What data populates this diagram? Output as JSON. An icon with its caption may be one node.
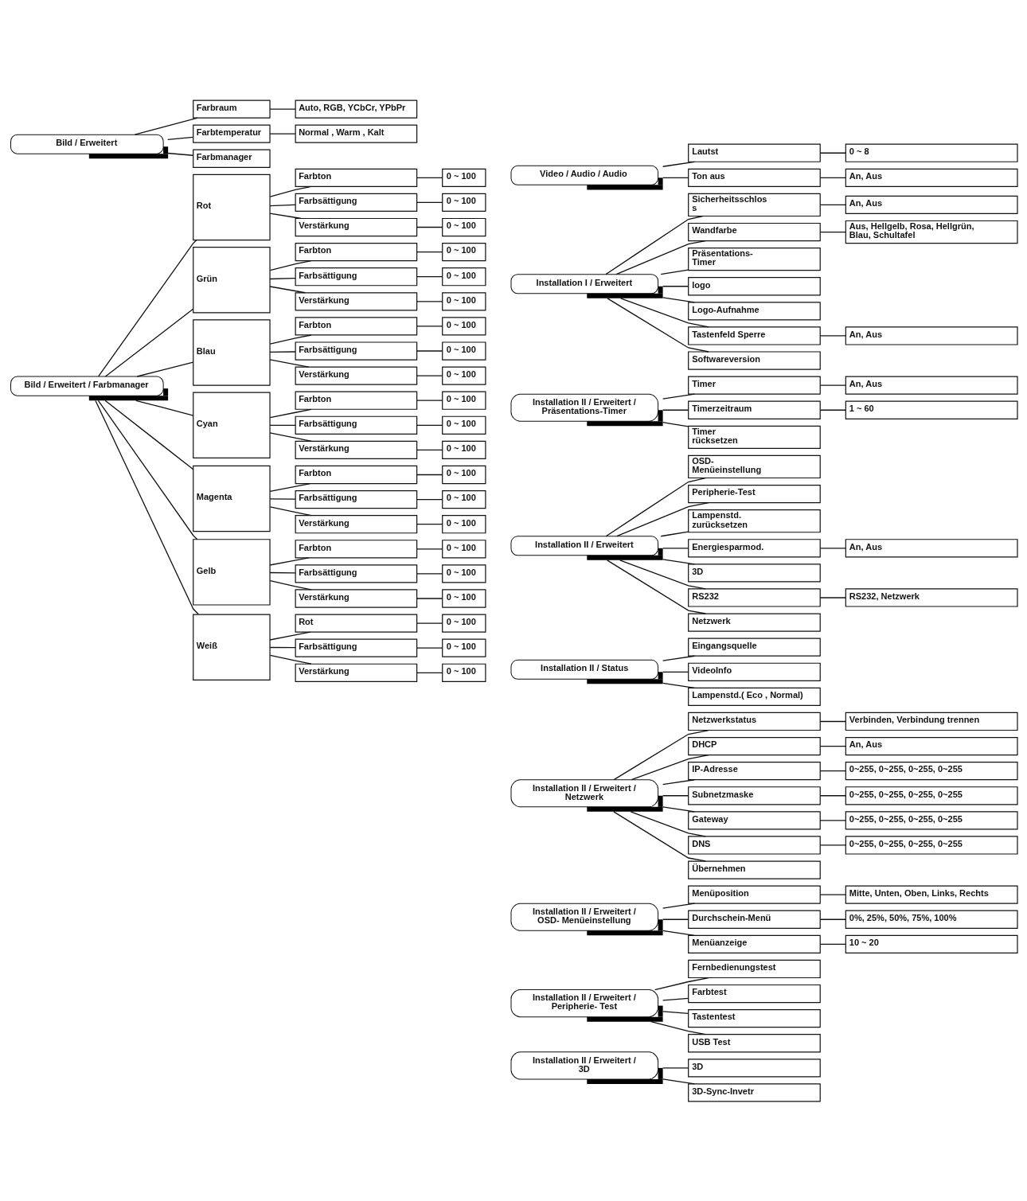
{
  "diagram": {
    "nodes": [
      {
        "text": [
          "Bild / Erweitert"
        ]
      },
      {
        "text": [
          "Farbraum"
        ]
      },
      {
        "text": [
          "Auto, RGB, YCbCr, YPbPr"
        ]
      },
      {
        "text": [
          "Farbtemperatur"
        ]
      },
      {
        "text": [
          "Normal , Warm , Kalt"
        ]
      },
      {
        "text": [
          "Farbmanager"
        ]
      },
      {
        "text": [
          "Bild / Erweitert / Farbmanager"
        ]
      },
      {
        "text": [
          "Rot"
        ]
      },
      {
        "text": [
          "Farbton"
        ]
      },
      {
        "text": [
          "0 ~ 100"
        ]
      },
      {
        "text": [
          "Farbsättigung"
        ]
      },
      {
        "text": [
          "0 ~ 100"
        ]
      },
      {
        "text": [
          "Verstärkung"
        ]
      },
      {
        "text": [
          "0 ~ 100"
        ]
      },
      {
        "text": [
          "Grün"
        ]
      },
      {
        "text": [
          "Farbton"
        ]
      },
      {
        "text": [
          "0 ~ 100"
        ]
      },
      {
        "text": [
          "Farbsättigung"
        ]
      },
      {
        "text": [
          "0 ~ 100"
        ]
      },
      {
        "text": [
          "Verstärkung"
        ]
      },
      {
        "text": [
          "0 ~ 100"
        ]
      },
      {
        "text": [
          "Blau"
        ]
      },
      {
        "text": [
          "Farbton"
        ]
      },
      {
        "text": [
          "0 ~ 100"
        ]
      },
      {
        "text": [
          "Farbsättigung"
        ]
      },
      {
        "text": [
          "0 ~ 100"
        ]
      },
      {
        "text": [
          "Verstärkung"
        ]
      },
      {
        "text": [
          "0 ~ 100"
        ]
      },
      {
        "text": [
          "Cyan"
        ]
      },
      {
        "text": [
          "Farbton"
        ]
      },
      {
        "text": [
          "0 ~ 100"
        ]
      },
      {
        "text": [
          "Farbsättigung"
        ]
      },
      {
        "text": [
          "0 ~ 100"
        ]
      },
      {
        "text": [
          "Verstärkung"
        ]
      },
      {
        "text": [
          "0 ~ 100"
        ]
      },
      {
        "text": [
          "Magenta"
        ]
      },
      {
        "text": [
          "Farbton"
        ]
      },
      {
        "text": [
          "0 ~ 100"
        ]
      },
      {
        "text": [
          "Farbsättigung"
        ]
      },
      {
        "text": [
          "0 ~ 100"
        ]
      },
      {
        "text": [
          "Verstärkung"
        ]
      },
      {
        "text": [
          "0 ~ 100"
        ]
      },
      {
        "text": [
          "Gelb"
        ]
      },
      {
        "text": [
          "Farbton"
        ]
      },
      {
        "text": [
          "0 ~ 100"
        ]
      },
      {
        "text": [
          "Farbsättigung"
        ]
      },
      {
        "text": [
          "0 ~ 100"
        ]
      },
      {
        "text": [
          "Verstärkung"
        ]
      },
      {
        "text": [
          "0 ~ 100"
        ]
      },
      {
        "text": [
          "Weiß"
        ]
      },
      {
        "text": [
          "Rot"
        ]
      },
      {
        "text": [
          "0 ~ 100"
        ]
      },
      {
        "text": [
          "Farbsättigung"
        ]
      },
      {
        "text": [
          "0 ~ 100"
        ]
      },
      {
        "text": [
          "Verstärkung"
        ]
      },
      {
        "text": [
          "0 ~ 100"
        ]
      },
      {
        "text": [
          "Video / Audio / Audio"
        ]
      },
      {
        "text": [
          "Lautst"
        ]
      },
      {
        "text": [
          "0 ~ 8"
        ]
      },
      {
        "text": [
          "Ton aus"
        ]
      },
      {
        "text": [
          "An, Aus"
        ]
      },
      {
        "text": [
          "Installation I / Erweitert"
        ]
      },
      {
        "text": [
          "Sicherheitsschlos s"
        ]
      },
      {
        "text": [
          "An, Aus"
        ]
      },
      {
        "text": [
          "Wandfarbe"
        ]
      },
      {
        "text": [
          "Aus, Hellgelb, Rosa, Hellgrün, Blau, Schultafel"
        ]
      },
      {
        "text": [
          "Präsentations- Timer"
        ]
      },
      {
        "text": [
          "logo"
        ]
      },
      {
        "text": [
          "Logo-Aufnahme"
        ]
      },
      {
        "text": [
          "Tastenfeld Sperre"
        ]
      },
      {
        "text": [
          "An, Aus"
        ]
      },
      {
        "text": [
          "Softwareversion"
        ]
      },
      {
        "text": [
          "Installation II / Erweitert / Präsentations-Timer"
        ]
      },
      {
        "text": [
          "Timer"
        ]
      },
      {
        "text": [
          "An, Aus"
        ]
      },
      {
        "text": [
          "Timerzeitraum"
        ]
      },
      {
        "text": [
          "1 ~ 60"
        ]
      },
      {
        "text": [
          "Timer rücksetzen"
        ]
      },
      {
        "text": [
          "Installation II / Erweitert"
        ]
      },
      {
        "text": [
          "OSD- Menüeinstellung"
        ]
      },
      {
        "text": [
          "Peripherie-Test"
        ]
      },
      {
        "text": [
          "Lampenstd. zurücksetzen"
        ]
      },
      {
        "text": [
          "Energiesparmod."
        ]
      },
      {
        "text": [
          "An, Aus"
        ]
      },
      {
        "text": [
          "3D"
        ]
      },
      {
        "text": [
          "RS232"
        ]
      },
      {
        "text": [
          "RS232, Netzwerk"
        ]
      },
      {
        "text": [
          "Netzwerk"
        ]
      },
      {
        "text": [
          "Installation II / Status"
        ]
      },
      {
        "text": [
          "Eingangsquelle"
        ]
      },
      {
        "text": [
          "VideoInfo"
        ]
      },
      {
        "text": [
          "Lampenstd.( Eco , Normal)"
        ]
      },
      {
        "text": [
          "Installation II / Erweitert / Netzwerk"
        ]
      },
      {
        "text": [
          "Netzwerkstatus"
        ]
      },
      {
        "text": [
          "Verbinden, Verbindung trennen"
        ]
      },
      {
        "text": [
          "DHCP"
        ]
      },
      {
        "text": [
          "An, Aus"
        ]
      },
      {
        "text": [
          "IP-Adresse"
        ]
      },
      {
        "text": [
          "0~255, 0~255, 0~255, 0~255"
        ]
      },
      {
        "text": [
          "Subnetzmaske"
        ]
      },
      {
        "text": [
          "0~255, 0~255, 0~255, 0~255"
        ]
      },
      {
        "text": [
          "Gateway"
        ]
      },
      {
        "text": [
          "0~255, 0~255, 0~255, 0~255"
        ]
      },
      {
        "text": [
          "DNS"
        ]
      },
      {
        "text": [
          "0~255, 0~255, 0~255, 0~255"
        ]
      },
      {
        "text": [
          "Übernehmen"
        ]
      },
      {
        "text": [
          "Installation II / Erweitert / OSD- Menüeinstellung"
        ]
      },
      {
        "text": [
          "Menüposition"
        ]
      },
      {
        "text": [
          "Mitte, Unten, Oben, Links, Rechts"
        ]
      },
      {
        "text": [
          "Durchschein-Menü"
        ]
      },
      {
        "text": [
          "0%, 25%, 50%, 75%, 100%"
        ]
      },
      {
        "text": [
          "Menüanzeige"
        ]
      },
      {
        "text": [
          "10 ~ 20"
        ]
      },
      {
        "text": [
          "Installation II / Erweitert / Peripherie- Test"
        ]
      },
      {
        "text": [
          "Fernbedienungstest"
        ]
      },
      {
        "text": [
          "Farbtest"
        ]
      },
      {
        "text": [
          "Tastentest"
        ]
      },
      {
        "text": [
          "USB Test"
        ]
      },
      {
        "text": [
          "Installation II / Erweitert / 3D"
        ]
      },
      {
        "text": [
          "3D"
        ]
      },
      {
        "text": [
          "3D-Sync-Invetr"
        ]
      }
    ],
    "edges": [
      {
        "from": 0,
        "to": 1,
        "arrow": "none"
      },
      {
        "from": 1,
        "to": 2,
        "arrow": "none"
      },
      {
        "from": 0,
        "to": 3,
        "arrow": "none"
      },
      {
        "from": 3,
        "to": 4,
        "arrow": "none"
      },
      {
        "from": 0,
        "to": 5,
        "arrow": "none"
      },
      {
        "from": 6,
        "to": 7,
        "arrow": "none"
      },
      {
        "from": 7,
        "to": 8,
        "arrow": "none"
      },
      {
        "from": 8,
        "to": 9,
        "arrow": "none"
      },
      {
        "from": 7,
        "to": 10,
        "arrow": "none"
      },
      {
        "from": 10,
        "to": 11,
        "arrow": "none"
      },
      {
        "from": 7,
        "to": 12,
        "arrow": "none"
      },
      {
        "from": 12,
        "to": 13,
        "arrow": "none"
      },
      {
        "from": 6,
        "to": 14,
        "arrow": "none"
      },
      {
        "from": 14,
        "to": 15,
        "arrow": "none"
      },
      {
        "from": 15,
        "to": 16,
        "arrow": "none"
      },
      {
        "from": 14,
        "to": 17,
        "arrow": "none"
      },
      {
        "from": 17,
        "to": 18,
        "arrow": "none"
      },
      {
        "from": 14,
        "to": 19,
        "arrow": "none"
      },
      {
        "from": 19,
        "to": 20,
        "arrow": "none"
      },
      {
        "from": 6,
        "to": 21,
        "arrow": "none"
      },
      {
        "from": 21,
        "to": 22,
        "arrow": "none"
      },
      {
        "from": 22,
        "to": 23,
        "arrow": "none"
      },
      {
        "from": 21,
        "to": 24,
        "arrow": "none"
      },
      {
        "from": 24,
        "to": 25,
        "arrow": "none"
      },
      {
        "from": 21,
        "to": 26,
        "arrow": "none"
      },
      {
        "from": 26,
        "to": 27,
        "arrow": "none"
      },
      {
        "from": 6,
        "to": 28,
        "arrow": "none"
      },
      {
        "from": 28,
        "to": 29,
        "arrow": "none"
      },
      {
        "from": 29,
        "to": 30,
        "arrow": "none"
      },
      {
        "from": 28,
        "to": 31,
        "arrow": "none"
      },
      {
        "from": 31,
        "to": 32,
        "arrow": "none"
      },
      {
        "from": 28,
        "to": 33,
        "arrow": "none"
      },
      {
        "from": 33,
        "to": 34,
        "arrow": "none"
      },
      {
        "from": 6,
        "to": 35,
        "arrow": "none"
      },
      {
        "from": 35,
        "to": 36,
        "arrow": "none"
      },
      {
        "from": 36,
        "to": 37,
        "arrow": "none"
      },
      {
        "from": 35,
        "to": 38,
        "arrow": "none"
      },
      {
        "from": 38,
        "to": 39,
        "arrow": "none"
      },
      {
        "from": 35,
        "to": 40,
        "arrow": "none"
      },
      {
        "from": 40,
        "to": 41,
        "arrow": "none"
      },
      {
        "from": 6,
        "to": 42,
        "arrow": "none"
      },
      {
        "from": 42,
        "to": 43,
        "arrow": "none"
      },
      {
        "from": 43,
        "to": 44,
        "arrow": "none"
      },
      {
        "from": 42,
        "to": 45,
        "arrow": "none"
      },
      {
        "from": 45,
        "to": 46,
        "arrow": "none"
      },
      {
        "from": 42,
        "to": 47,
        "arrow": "none"
      },
      {
        "from": 47,
        "to": 48,
        "arrow": "none"
      },
      {
        "from": 6,
        "to": 49,
        "arrow": "none"
      },
      {
        "from": 49,
        "to": 50,
        "arrow": "none"
      },
      {
        "from": 50,
        "to": 51,
        "arrow": "none"
      },
      {
        "from": 49,
        "to": 52,
        "arrow": "none"
      },
      {
        "from": 52,
        "to": 53,
        "arrow": "none"
      },
      {
        "from": 49,
        "to": 54,
        "arrow": "none"
      },
      {
        "from": 54,
        "to": 55,
        "arrow": "none"
      },
      {
        "from": 56,
        "to": 57,
        "arrow": "none"
      },
      {
        "from": 57,
        "to": 58,
        "arrow": "none"
      },
      {
        "from": 56,
        "to": 59,
        "arrow": "none"
      },
      {
        "from": 59,
        "to": 60,
        "arrow": "none"
      },
      {
        "from": 61,
        "to": 62,
        "arrow": "none"
      },
      {
        "from": 62,
        "to": 63,
        "arrow": "none"
      },
      {
        "from": 61,
        "to": 64,
        "arrow": "none"
      },
      {
        "from": 64,
        "to": 65,
        "arrow": "none"
      },
      {
        "from": 61,
        "to": 66,
        "arrow": "none"
      },
      {
        "from": 61,
        "to": 67,
        "arrow": "none"
      },
      {
        "from": 61,
        "to": 68,
        "arrow": "none"
      },
      {
        "from": 61,
        "to": 69,
        "arrow": "none"
      },
      {
        "from": 69,
        "to": 70,
        "arrow": "none"
      },
      {
        "from": 61,
        "to": 71,
        "arrow": "none"
      },
      {
        "from": 72,
        "to": 73,
        "arrow": "none"
      },
      {
        "from": 73,
        "to": 74,
        "arrow": "none"
      },
      {
        "from": 72,
        "to": 75,
        "arrow": "none"
      },
      {
        "from": 75,
        "to": 76,
        "arrow": "none"
      },
      {
        "from": 72,
        "to": 77,
        "arrow": "none"
      },
      {
        "from": 78,
        "to": 79,
        "arrow": "none"
      },
      {
        "from": 78,
        "to": 80,
        "arrow": "none"
      },
      {
        "from": 78,
        "to": 81,
        "arrow": "none"
      },
      {
        "from": 78,
        "to": 82,
        "arrow": "none"
      },
      {
        "from": 82,
        "to": 83,
        "arrow": "none"
      },
      {
        "from": 78,
        "to": 84,
        "arrow": "none"
      },
      {
        "from": 78,
        "to": 85,
        "arrow": "none"
      },
      {
        "from": 85,
        "to": 86,
        "arrow": "none"
      },
      {
        "from": 78,
        "to": 87,
        "arrow": "none"
      },
      {
        "from": 88,
        "to": 89,
        "arrow": "none"
      },
      {
        "from": 88,
        "to": 90,
        "arrow": "none"
      },
      {
        "from": 88,
        "to": 91,
        "arrow": "none"
      },
      {
        "from": 92,
        "to": 93,
        "arrow": "none"
      },
      {
        "from": 93,
        "to": 94,
        "arrow": "none"
      },
      {
        "from": 92,
        "to": 95,
        "arrow": "none"
      },
      {
        "from": 95,
        "to": 96,
        "arrow": "none"
      },
      {
        "from": 92,
        "to": 97,
        "arrow": "none"
      },
      {
        "from": 97,
        "to": 98,
        "arrow": "none"
      },
      {
        "from": 92,
        "to": 99,
        "arrow": "none"
      },
      {
        "from": 99,
        "to": 100,
        "arrow": "none"
      },
      {
        "from": 92,
        "to": 101,
        "arrow": "none"
      },
      {
        "from": 101,
        "to": 102,
        "arrow": "none"
      },
      {
        "from": 92,
        "to": 103,
        "arrow": "none"
      },
      {
        "from": 103,
        "to": 104,
        "arrow": "none"
      },
      {
        "from": 92,
        "to": 105,
        "arrow": "none"
      },
      {
        "from": 106,
        "to": 107,
        "arrow": "none"
      },
      {
        "from": 107,
        "to": 108,
        "arrow": "none"
      },
      {
        "from": 106,
        "to": 109,
        "arrow": "none"
      },
      {
        "from": 109,
        "to": 110,
        "arrow": "none"
      },
      {
        "from": 106,
        "to": 111,
        "arrow": "none"
      },
      {
        "from": 111,
        "to": 112,
        "arrow": "none"
      },
      {
        "from": 113,
        "to": 114,
        "arrow": "none"
      },
      {
        "from": 113,
        "to": 115,
        "arrow": "none"
      },
      {
        "from": 113,
        "to": 116,
        "arrow": "none"
      },
      {
        "from": 113,
        "to": 117,
        "arrow": "none"
      },
      {
        "from": 118,
        "to": 119,
        "arrow": "none"
      },
      {
        "from": 118,
        "to": 120,
        "arrow": "none"
      }
    ]
  }
}
